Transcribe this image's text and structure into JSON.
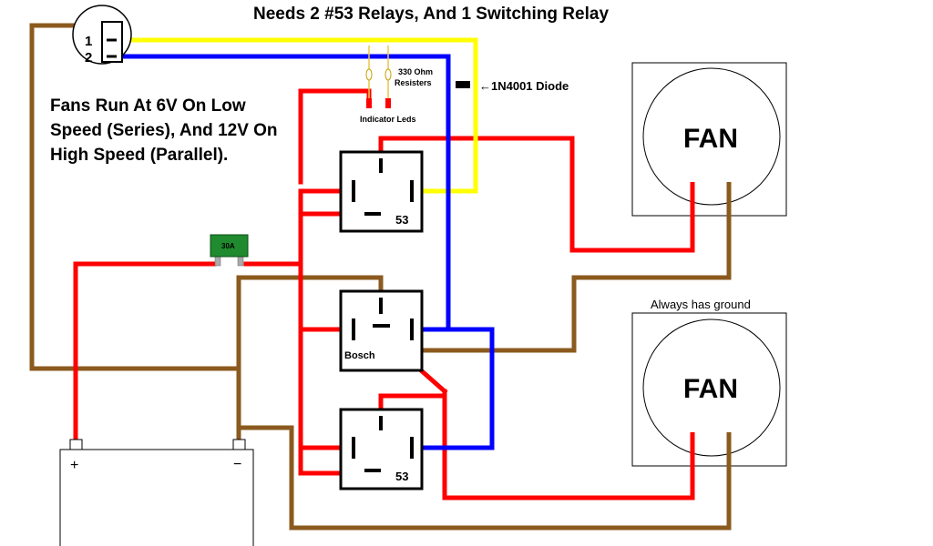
{
  "title": "Needs 2 #53 Relays, And 1 Switching Relay",
  "description_lines": [
    "Fans Run At 6V On Low",
    "Speed (Series), And 12V On",
    "High Speed (Parallel)."
  ],
  "switch": {
    "pin1": "1",
    "pin2": "2"
  },
  "resistor_label_line1": "330 Ohm",
  "resistor_label_line2": "Resisters",
  "led_label": "Indicator Leds",
  "diode_label": "←1N4001 Diode",
  "relays": {
    "top": "53",
    "middle": "Bosch",
    "bottom": "53"
  },
  "fuse_label": "30A",
  "battery": {
    "positive": "+",
    "negative": "−"
  },
  "fan_top": "FAN",
  "fan_bottom": "FAN",
  "ground_note": "Always has ground",
  "wire_colors": {
    "power": "#ff0000",
    "ground": "#8b5a1e",
    "low_speed_trigger": "#0000ff",
    "high_speed_trigger": "#ffff00"
  }
}
